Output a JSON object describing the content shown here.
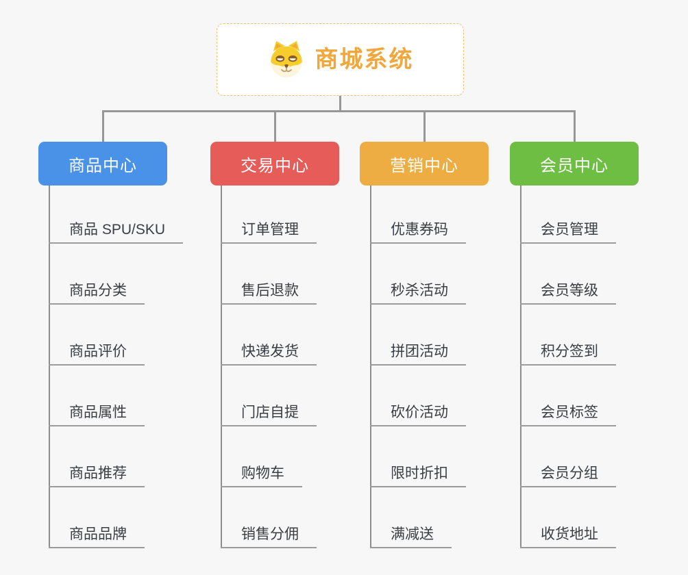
{
  "root": {
    "title": "商城系统",
    "icon": "doge-icon",
    "title_color": "#f0a73c",
    "border_color": "#f6c06b"
  },
  "branches": [
    {
      "id": "product-center",
      "label": "商品中心",
      "color": "#4a92e8",
      "children": [
        "商品 SPU/SKU",
        "商品分类",
        "商品评价",
        "商品属性",
        "商品推荐",
        "商品品牌"
      ]
    },
    {
      "id": "trade-center",
      "label": "交易中心",
      "color": "#e65c58",
      "children": [
        "订单管理",
        "售后退款",
        "快递发货",
        "门店自提",
        "购物车",
        "销售分佣"
      ]
    },
    {
      "id": "marketing-center",
      "label": "营销中心",
      "color": "#edad42",
      "children": [
        "优惠券码",
        "秒杀活动",
        "拼团活动",
        "砍价活动",
        "限时折扣",
        "满减送"
      ]
    },
    {
      "id": "member-center",
      "label": "会员中心",
      "color": "#6fbe44",
      "children": [
        "会员管理",
        "会员等级",
        "积分签到",
        "会员标签",
        "会员分组",
        "收货地址"
      ]
    }
  ]
}
